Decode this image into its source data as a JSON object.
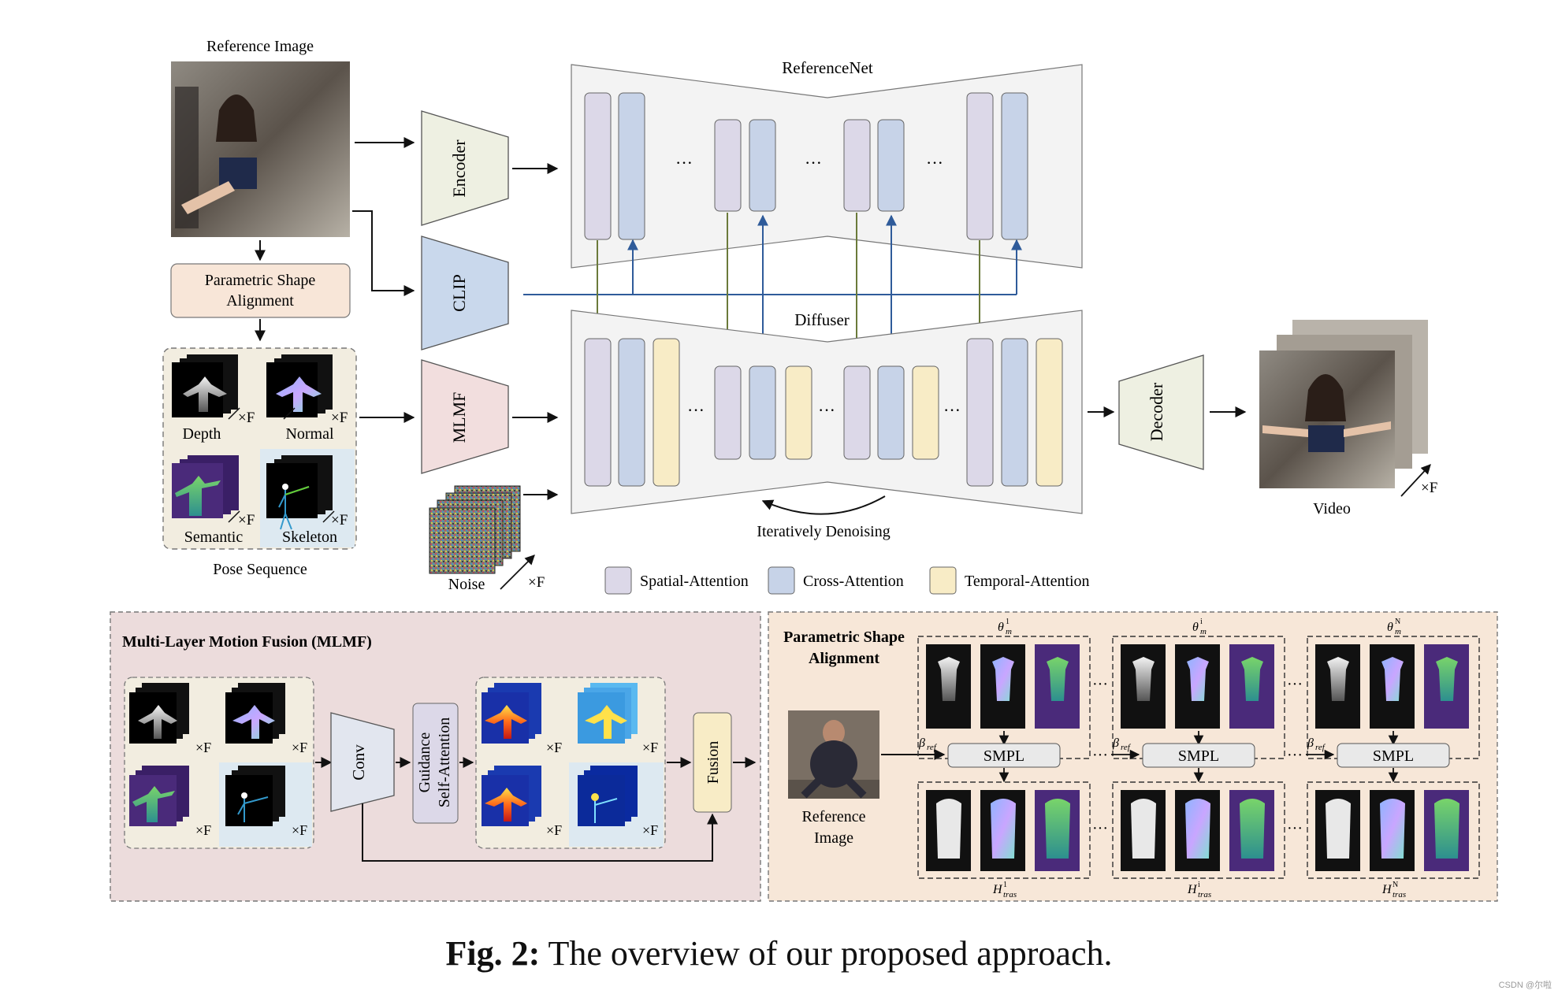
{
  "top": {
    "reference_image_title": "Reference Image",
    "parametric_shape_alignment": [
      "Parametric Shape",
      "Alignment"
    ],
    "pose_sequence": "Pose Sequence",
    "pose_labels": {
      "depth": "Depth",
      "normal": "Normal",
      "semantic": "Semantic",
      "skeleton": "Skeleton"
    },
    "times_f": "×F",
    "encoder": "Encoder",
    "clip": "CLIP",
    "mlmf": "MLMF",
    "noise": "Noise",
    "referencenet": "ReferenceNet",
    "diffuser": "Diffuser",
    "ellipsis": "···",
    "iteratively_denoising": "Iteratively Denoising",
    "decoder": "Decoder",
    "video": "Video"
  },
  "legend": {
    "spatial": "Spatial-Attention",
    "cross": "Cross-Attention",
    "temporal": "Temporal-Attention"
  },
  "mlmf_panel": {
    "title": "Multi-Layer Motion Fusion (MLMF)",
    "conv": "Conv",
    "guidance": [
      "Guidance",
      "Self-Attention"
    ],
    "fusion": "Fusion"
  },
  "psa_panel": {
    "title": [
      "Parametric Shape",
      "Alignment"
    ],
    "reference_image": [
      "Reference",
      "Image"
    ],
    "smpl": "SMPL",
    "beta_ref": "β",
    "beta_sub": "ref",
    "theta": "θ",
    "theta_sub": "m",
    "theta_sups": [
      "1",
      "i",
      "N"
    ],
    "h": "H",
    "h_sub": "tras",
    "h_sups": [
      "1",
      "i",
      "N"
    ]
  },
  "caption": {
    "prefix": "Fig. 2:",
    "text": " The overview of our proposed approach."
  },
  "watermark": "CSDN @尔啦",
  "colors": {
    "spatial": "#dcd8e8",
    "cross": "#c7d3e8",
    "temporal": "#f8ecc6",
    "encoder_fill": "#eef0e2",
    "clip_fill": "#c9d8ec",
    "mlmf_fill": "#f2dede",
    "psa_fill": "#f8e6d8",
    "mlmf_panel_bg": "#ecdcdc",
    "psa_panel_bg": "#f7e7d8",
    "pose_bg": "#f2ede0",
    "skeleton_bg": "#dde9f1",
    "unet_bg": "#f3f3f3",
    "clip_line": "#2f5b9a",
    "ref_arrow": "#6b7a3a"
  }
}
